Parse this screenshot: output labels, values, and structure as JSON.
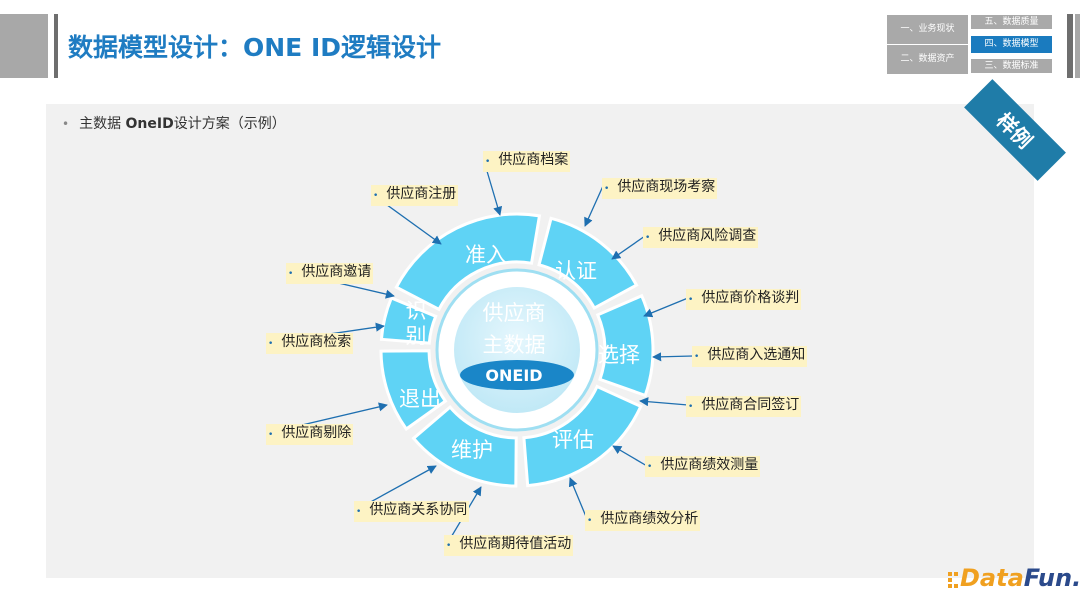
{
  "header": {
    "title": "数据模型设计：ONE ID逻辑设计"
  },
  "nav": {
    "item_1": "一、业务现状",
    "item_2": "二、数据资产",
    "item_3": "三、数据标准",
    "item_4": "四、数据模型",
    "item_5": "五、数据质量"
  },
  "badge": "样例",
  "bullet": {
    "prefix": "主数据 ",
    "bold": "OneID",
    "suffix": "设计方案（示例）"
  },
  "diagram": {
    "center_line1": "供应商",
    "center_line2": "主数据",
    "center_tag": "ONEID",
    "segments": {
      "zhunru": "准入",
      "renzheng": "认证",
      "xuanze": "选择",
      "pinggu": "评估",
      "weihu": "维护",
      "tuichu": "退出",
      "shi": "识",
      "bie": "别"
    },
    "labels": {
      "dangan": "供应商档案",
      "zhuce": "供应商注册",
      "xianchang": "供应商现场考察",
      "fengxian": "供应商风险调查",
      "yaoqing": "供应商邀请",
      "jiage": "供应商价格谈判",
      "jiansuo": "供应商检索",
      "ruxuan": "供应商入选通知",
      "hetong": "供应商合同签订",
      "tichu": "供应商剔除",
      "celiang": "供应商绩效测量",
      "xietong": "供应商关系协同",
      "fenxi": "供应商绩效分析",
      "qidai": "供应商期待值活动"
    }
  },
  "logo": {
    "part1": "Data",
    "part2": "Fun."
  },
  "colors": {
    "accent": "#1f7cc2",
    "ring": "#5fd3f5",
    "label_bg": "#fdf3c4",
    "badge": "#1f7ca8"
  }
}
